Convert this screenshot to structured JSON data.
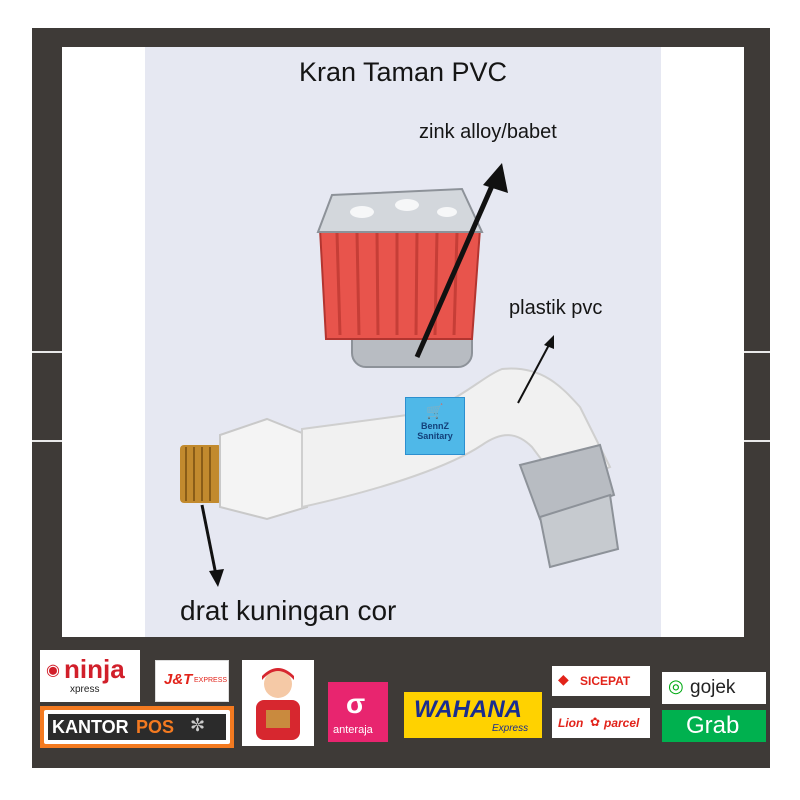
{
  "title": "Kran Taman PVC",
  "annotations": {
    "zink": "zink alloy/babet",
    "plastik": "plastik pvc",
    "drat": "drat kuningan cor"
  },
  "watermark": {
    "brand_line1": "BennZ",
    "brand_line2": "Sanitary"
  },
  "couriers": {
    "ninja_main": "ninja",
    "ninja_sub": "xpress",
    "jnt": "J&T",
    "jnt_sub": "EXPRESS",
    "kantor": "KANTOR",
    "pos": "POS",
    "anteraja": "anteraja",
    "wahana": "WAHANA",
    "wahana_sub": "Express",
    "sicepat": "SICEPAT",
    "lion": "Lion",
    "parcel": "parcel",
    "gojek": "gojek",
    "grab": "Grab"
  },
  "colors": {
    "frame": "#3e3a37",
    "background": "#e6e8f2",
    "knob_red": "#e8544c",
    "tap_white": "#f1f1f1",
    "brass": "#c28a2e",
    "chrome": "#b8bcc2"
  }
}
